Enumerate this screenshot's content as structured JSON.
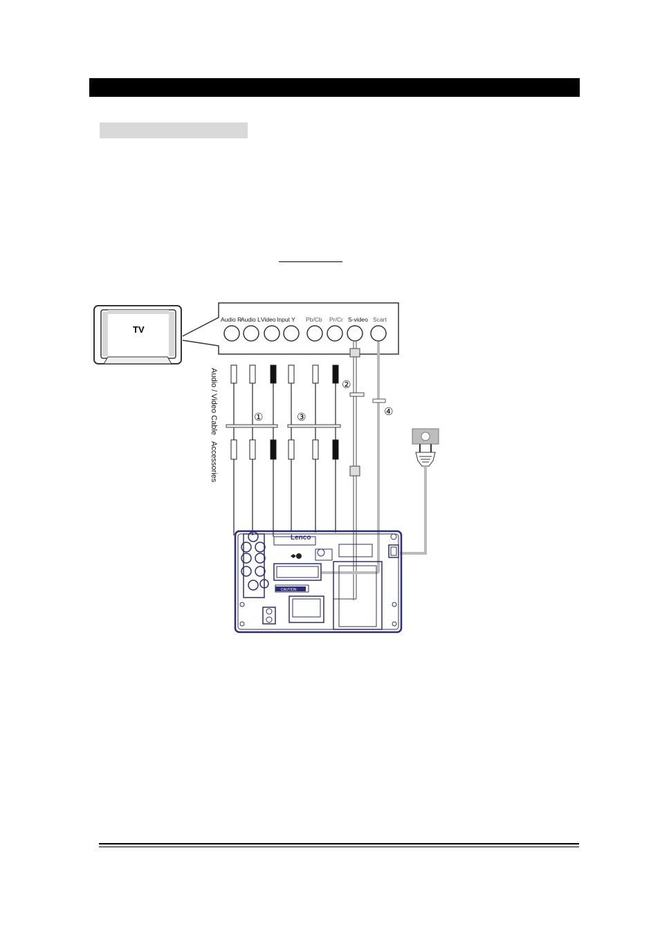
{
  "tv": {
    "label": "TV"
  },
  "panel": {
    "jacks": [
      {
        "label": "Audio R"
      },
      {
        "label": "Audio L"
      },
      {
        "label": "Video"
      },
      {
        "label": "Input  Y"
      },
      {
        "label": "Pb/Cb"
      },
      {
        "label": "Pr/Cr"
      },
      {
        "label": "S-video"
      },
      {
        "label": "Scart"
      }
    ]
  },
  "cable_labels": {
    "av_cable": "Audio / Video Cable",
    "accessories": "Accessories"
  },
  "markers": {
    "m1": "①",
    "m2": "②",
    "m3": "③",
    "m4": "④"
  },
  "player": {
    "brand": "Lenco",
    "caution": "CAUTION"
  },
  "colors": {
    "device_outline": "#2b2b7a",
    "scart_cable": "#b8b8b8",
    "plug_box": "#bdbdbd"
  }
}
